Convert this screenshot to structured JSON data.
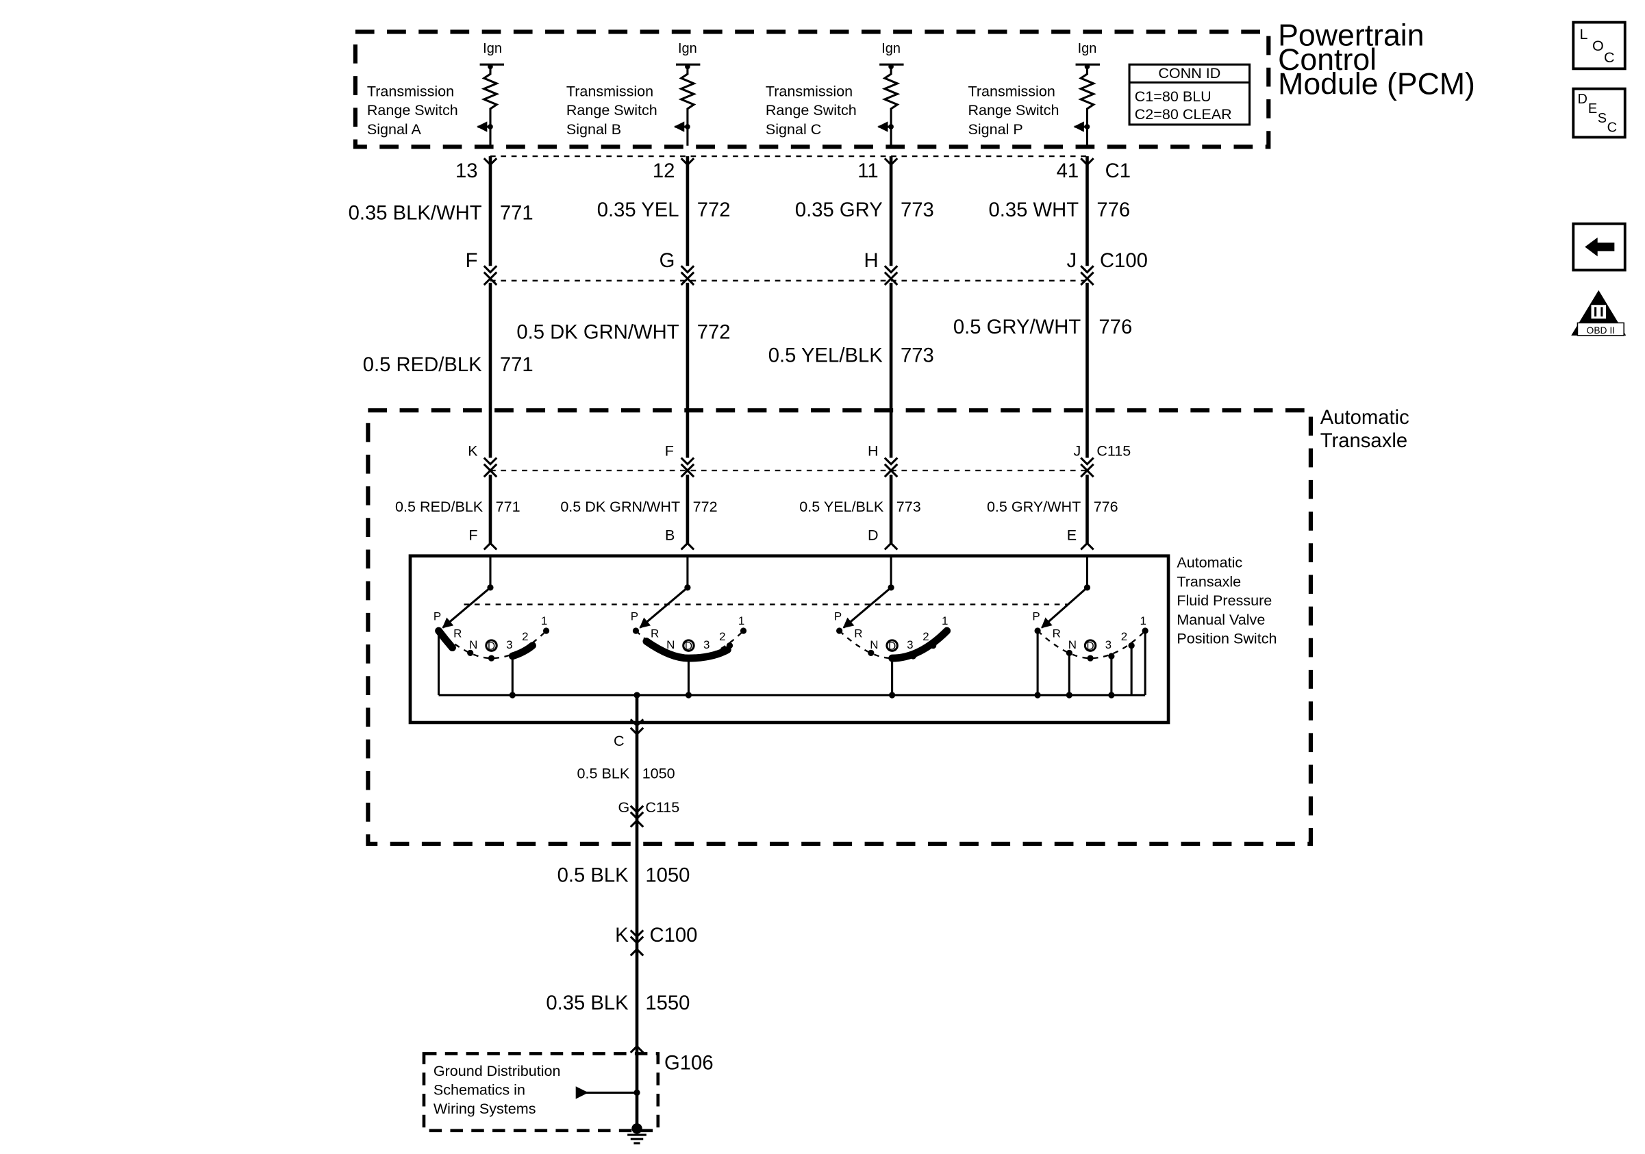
{
  "pcm": {
    "title_line1": "Powertrain",
    "title_line2": "Control",
    "title_line3": "Module (PCM)",
    "conn_id_title": "CONN ID",
    "conn_c1": "C1=80 BLU",
    "conn_c2": "C2=80 CLEAR",
    "connector": "C1",
    "ign_label": "Ign",
    "signals": [
      {
        "line1": "Transmission",
        "line2": "Range Switch",
        "line3": "Signal A",
        "pin": "13"
      },
      {
        "line1": "Transmission",
        "line2": "Range Switch",
        "line3": "Signal B",
        "pin": "12"
      },
      {
        "line1": "Transmission",
        "line2": "Range Switch",
        "line3": "Signal C",
        "pin": "11"
      },
      {
        "line1": "Transmission",
        "line2": "Range Switch",
        "line3": "Signal P",
        "pin": "41"
      }
    ]
  },
  "wires_upper": [
    {
      "label": "0.35 BLK/WHT",
      "circuit": "771"
    },
    {
      "label": "0.35 YEL",
      "circuit": "772"
    },
    {
      "label": "0.35 GRY",
      "circuit": "773"
    },
    {
      "label": "0.35 WHT",
      "circuit": "776"
    }
  ],
  "c100": {
    "name": "C100",
    "pins": [
      "F",
      "G",
      "H",
      "J"
    ]
  },
  "wires_mid": [
    {
      "label": "0.5 RED/BLK",
      "circuit": "771"
    },
    {
      "label": "0.5 DK GRN/WHT",
      "circuit": "772"
    },
    {
      "label": "0.5 YEL/BLK",
      "circuit": "773"
    },
    {
      "label": "0.5 GRY/WHT",
      "circuit": "776"
    }
  ],
  "transaxle": {
    "title_line1": "Automatic",
    "title_line2": "Transaxle",
    "c115_name": "C115",
    "c115_pins": [
      "K",
      "F",
      "H",
      "J"
    ],
    "wires_inner": [
      {
        "label": "0.5 RED/BLK",
        "circuit": "771"
      },
      {
        "label": "0.5 DK GRN/WHT",
        "circuit": "772"
      },
      {
        "label": "0.5 YEL/BLK",
        "circuit": "773"
      },
      {
        "label": "0.5 GRY/WHT",
        "circuit": "776"
      }
    ],
    "switch_pins": [
      "F",
      "B",
      "D",
      "E"
    ],
    "switch_title": [
      "Automatic",
      "Transaxle",
      "Fluid Pressure",
      "Manual Valve",
      "Position Switch"
    ],
    "positions": {
      "p": "P",
      "r": "R",
      "n": "N",
      "d": "D",
      "three": "3",
      "two": "2",
      "one": "1"
    },
    "ground_pin": "C",
    "ground_wire": {
      "label": "0.5 BLK",
      "circuit": "1050"
    },
    "c115_ground_pin": "G"
  },
  "ground": {
    "wire1": {
      "label": "0.5 BLK",
      "circuit": "1050"
    },
    "c100_pin": "K",
    "c100_name": "C100",
    "wire2": {
      "label": "0.35 BLK",
      "circuit": "1550"
    },
    "ground_name": "G106",
    "ref_line1": "Ground Distribution",
    "ref_line2": "Schematics in",
    "ref_line3": "Wiring Systems"
  },
  "nav": {
    "loc_l": "L",
    "loc_o": "O",
    "loc_c": "C",
    "desc_d": "D",
    "desc_e": "E",
    "desc_s": "S",
    "desc_c": "C",
    "obd_label": "OBD II"
  }
}
